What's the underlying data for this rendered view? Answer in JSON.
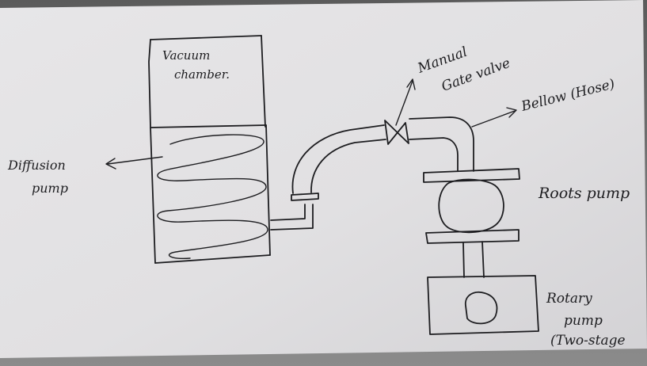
{
  "labels": {
    "vacuum_chamber_1": "Vacuum",
    "vacuum_chamber_2": "chamber.",
    "diffusion_pump_1": "Diffusion",
    "diffusion_pump_2": "pump",
    "gate_valve_1": "Manual",
    "gate_valve_2": "Gate valve",
    "bellow": "Bellow (Hose)",
    "roots_pump": "Roots pump",
    "rotary_pump_1": "Rotary",
    "rotary_pump_2": "pump",
    "rotary_pump_3": "(Two-stage"
  },
  "colors": {
    "paper": "#e2e1e3",
    "paper_edge": "#cfced1",
    "ink": "#1d1d20",
    "background_right": "#5f5f5f",
    "background_bottom": "#8a8a8a"
  }
}
